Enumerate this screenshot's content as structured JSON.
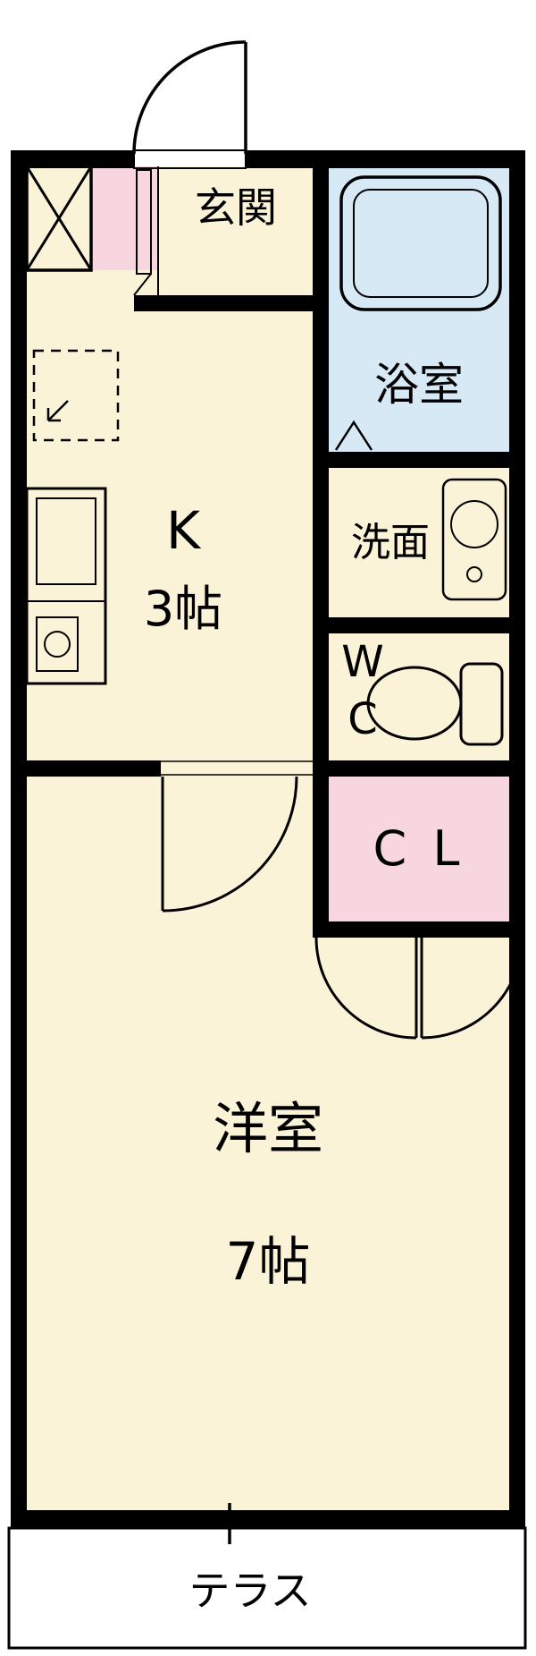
{
  "title": "apartment-floorplan",
  "colors": {
    "paper": "#ffffff",
    "wall": "#000000",
    "cream": "#fbf3d8",
    "bath-blue": "#d6e9f5",
    "pink": "#f7d6e0",
    "fixture-blue": "#dcedf7",
    "tub-white": "#eef7fc"
  },
  "rooms": {
    "genkan": {
      "label": "玄関"
    },
    "bathroom": {
      "label": "浴室"
    },
    "kitchen": {
      "letter": "K",
      "size": "3帖"
    },
    "washroom": {
      "label": "洗面"
    },
    "toilet": {
      "line1": "W",
      "line2": "C"
    },
    "closet": {
      "label": "C L"
    },
    "western_room": {
      "name": "洋室",
      "size": "7帖"
    },
    "terrace": {
      "label": "テラス"
    }
  },
  "icons": [
    "entrance-door-swing-icon",
    "room-door-swing-icon",
    "closet-double-door-icon",
    "bathtub-icon",
    "bath-door-icon",
    "washbasin-icon",
    "toilet-icon",
    "kitchen-sink-icon",
    "washing-machine-box-icon",
    "refrigerator-space-icon",
    "window-icon"
  ]
}
